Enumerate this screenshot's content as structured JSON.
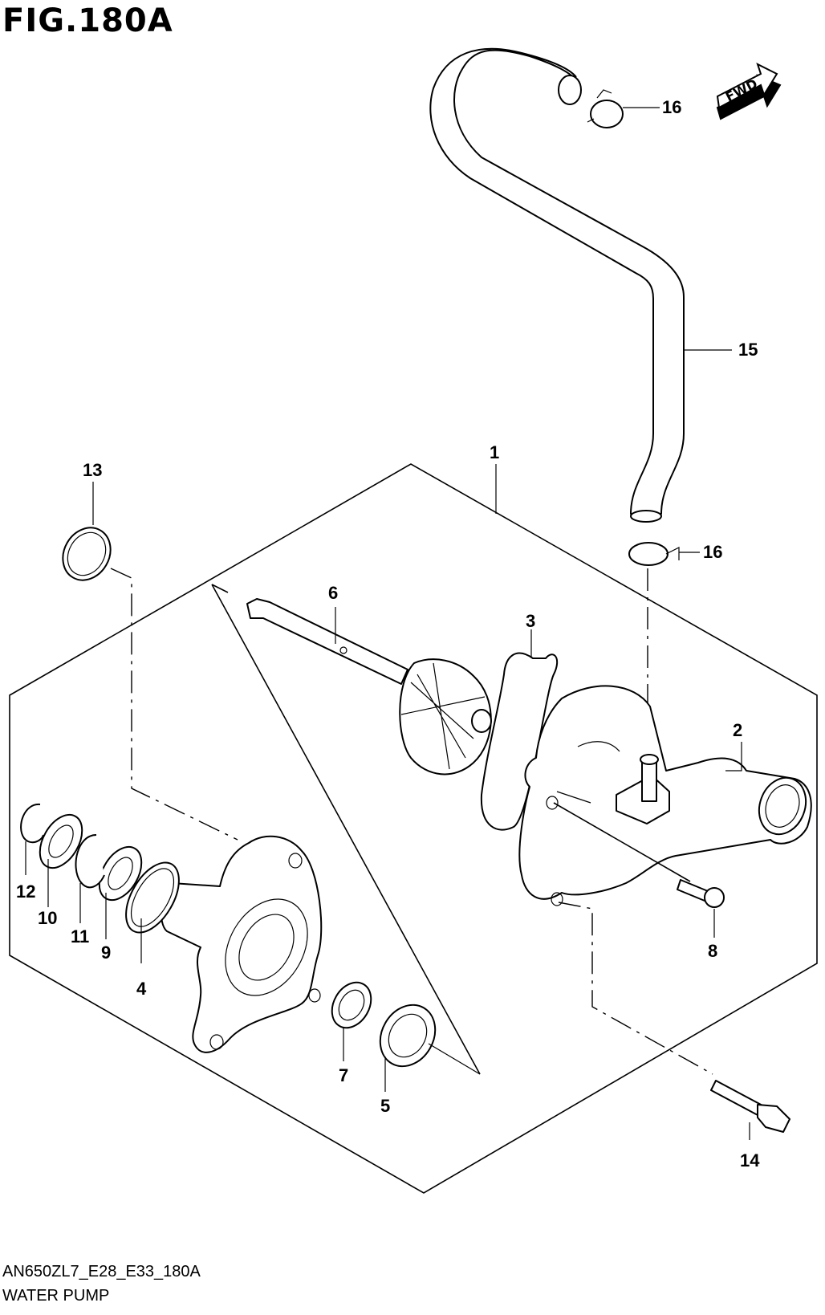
{
  "figure": {
    "title": "FIG.180A"
  },
  "fwd_badge": {
    "label": "FWD"
  },
  "callouts": [
    {
      "id": "p1",
      "label": "1"
    },
    {
      "id": "p2",
      "label": "2"
    },
    {
      "id": "p3",
      "label": "3"
    },
    {
      "id": "p4",
      "label": "4"
    },
    {
      "id": "p5",
      "label": "5"
    },
    {
      "id": "p6",
      "label": "6"
    },
    {
      "id": "p7",
      "label": "7"
    },
    {
      "id": "p8",
      "label": "8"
    },
    {
      "id": "p9",
      "label": "9"
    },
    {
      "id": "p10",
      "label": "10"
    },
    {
      "id": "p11",
      "label": "11"
    },
    {
      "id": "p12",
      "label": "12"
    },
    {
      "id": "p13",
      "label": "13"
    },
    {
      "id": "p14",
      "label": "14"
    },
    {
      "id": "p15",
      "label": "15"
    },
    {
      "id": "p16a",
      "label": "16"
    },
    {
      "id": "p16b",
      "label": "16"
    }
  ],
  "footer": {
    "code": "AN650ZL7_E28_E33_180A",
    "caption": "WATER PUMP"
  }
}
